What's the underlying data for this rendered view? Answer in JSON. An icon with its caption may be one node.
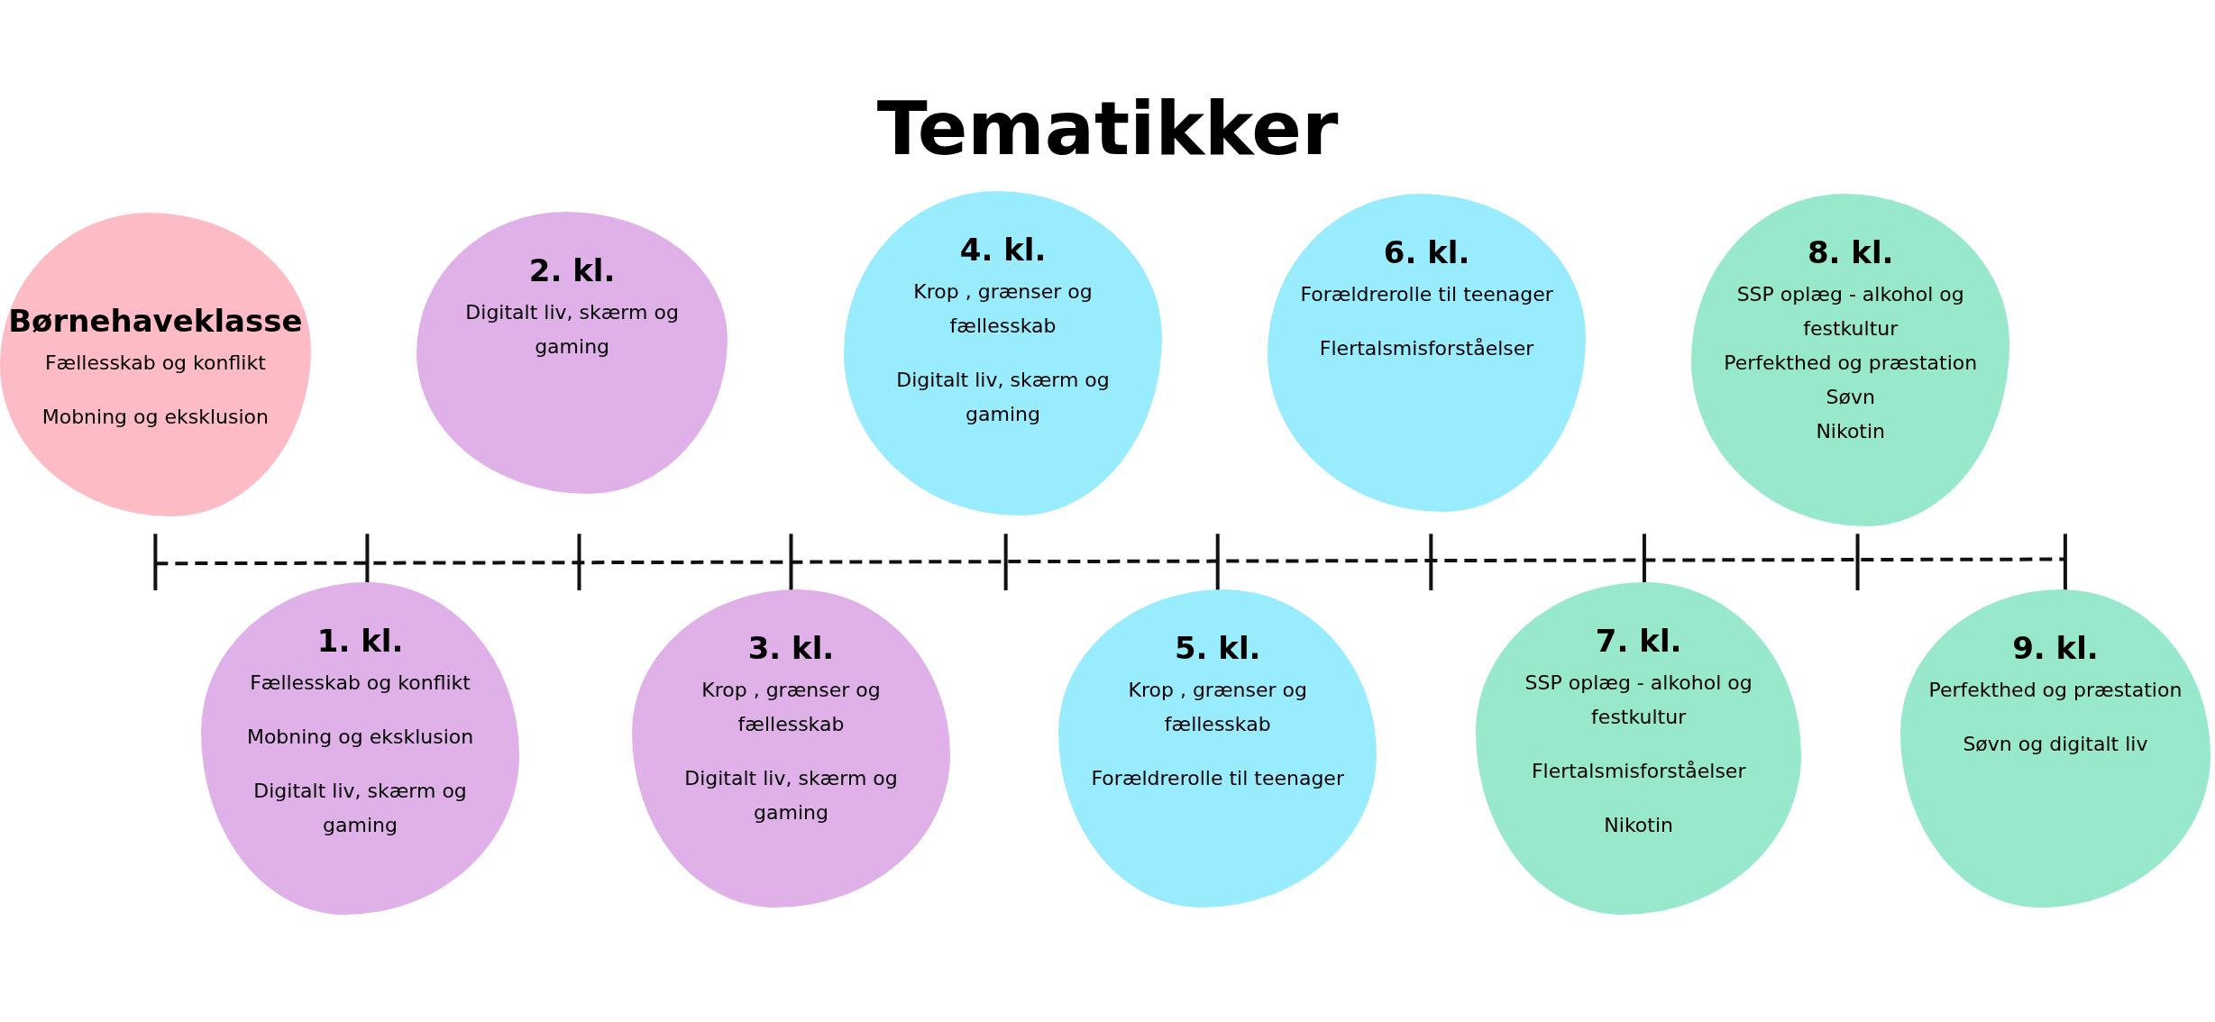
{
  "diagram": {
    "title": "Tematikker",
    "nodes": [
      {
        "text": [
          "Børnehaveklasse",
          "Fællesskab og konflikt",
          "Mobning og eksklusion"
        ]
      },
      {
        "text": [
          "1. kl.",
          "Fællesskab og konflikt",
          "Mobning og eksklusion",
          "Digitalt liv, skærm og gaming"
        ]
      },
      {
        "text": [
          "2. kl.",
          "Digitalt liv, skærm og gaming"
        ]
      },
      {
        "text": [
          "3. kl.",
          "Krop , grænser og fællesskab",
          "Digitalt liv, skærm og gaming"
        ]
      },
      {
        "text": [
          "4. kl.",
          "Krop , grænser og fællesskab",
          "Digitalt liv, skærm og gaming"
        ]
      },
      {
        "text": [
          "5. kl.",
          "Krop , grænser og fællesskab",
          "Forældrerolle til teenager"
        ]
      },
      {
        "text": [
          "6. kl.",
          "Forældrerolle til teenager",
          "Flertalsmisforståelser"
        ]
      },
      {
        "text": [
          "7. kl.",
          "SSP oplæg - alkohol og festkultur",
          "Flertalsmisforståelser",
          "Nikotin"
        ]
      },
      {
        "text": [
          "8. kl.",
          "SSP oplæg - alkohol og festkultur",
          "Perfekthed og præstation",
          "Søvn",
          "Nikotin"
        ]
      },
      {
        "text": [
          "9. kl.",
          "Perfekthed og præstation",
          "Søvn og digitalt liv"
        ]
      }
    ],
    "edges": []
  }
}
